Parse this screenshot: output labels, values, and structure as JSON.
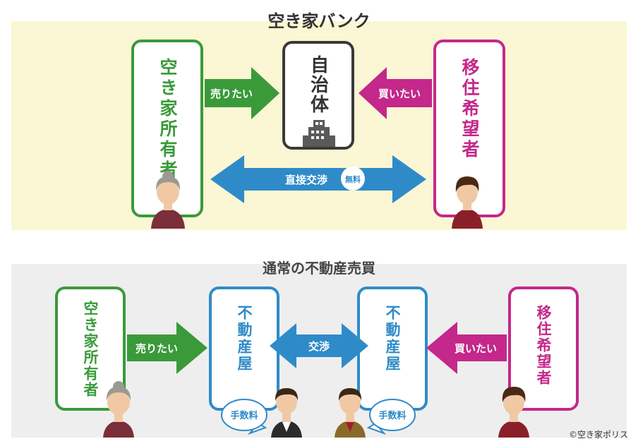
{
  "top": {
    "title": "空き家バンク",
    "owner": "空き家所有者",
    "municipality": "自治体",
    "buyer": "移住希望者",
    "sell_label": "売りたい",
    "buy_label": "買いたい",
    "direct_label": "直接交渉",
    "free_badge": "無料"
  },
  "bottom": {
    "title": "通常の不動産売買",
    "owner": "空き家所有者",
    "agent_left": "不動産屋",
    "agent_right": "不動産屋",
    "buyer": "移住希望者",
    "sell_label": "売りたい",
    "buy_label": "買いたい",
    "negotiate_label": "交渉",
    "fee_left": "手数料",
    "fee_right": "手数料"
  },
  "copyright": "©空き家ポリス",
  "colors": {
    "green": "#3a9a3a",
    "pink": "#c4288a",
    "blue": "#2f8bc8",
    "top_bg": "#fbf6d3",
    "bottom_bg": "#eeeeee"
  },
  "icons": [
    "building-icon",
    "elderly-woman-icon",
    "young-man-icon",
    "agent-man-icon"
  ]
}
